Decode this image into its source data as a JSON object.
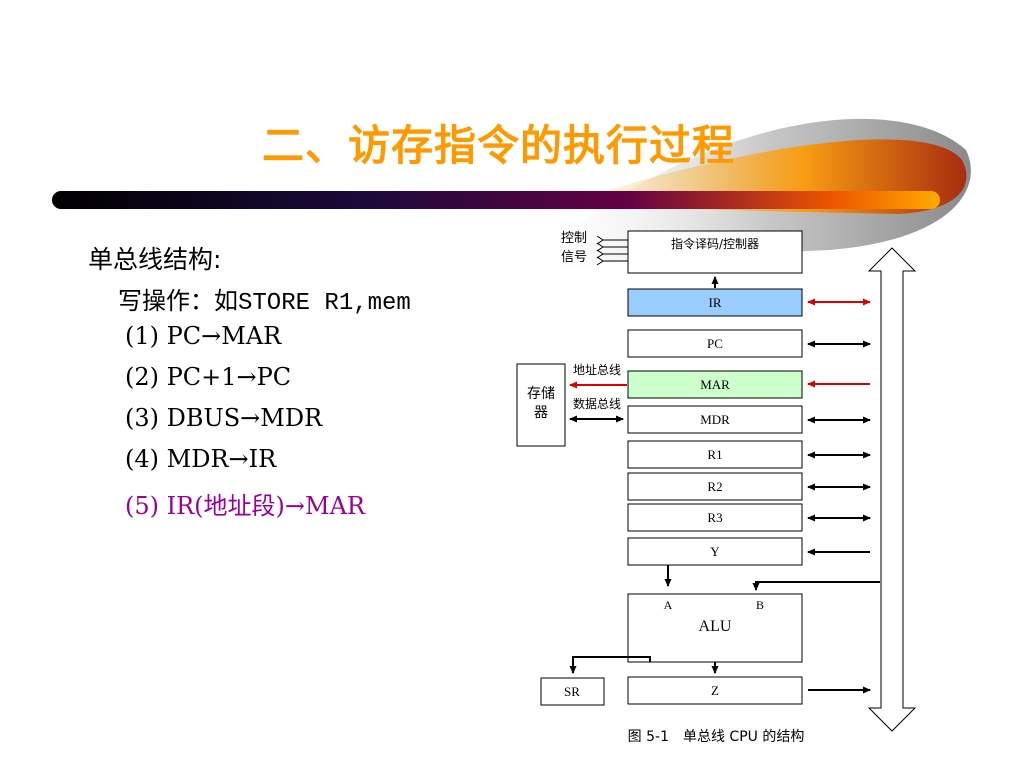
{
  "title": "二、访存指令的执行过程",
  "body": {
    "heading": "单总线结构:",
    "subheading_prefix": "写操作：如",
    "subheading_code": "STORE R1,mem",
    "steps": [
      "(1) PC→MAR",
      "(2) PC+1→PC",
      "(3) DBUS→MDR",
      "(4) MDR→IR",
      "(5) IR(地址段)→MAR"
    ],
    "highlight_color": "#990099"
  },
  "diagram": {
    "control_signal_label": [
      "控制",
      "信号"
    ],
    "decoder_label": "指令译码/控制器",
    "registers": [
      "IR",
      "PC",
      "MAR",
      "MDR",
      "R1",
      "R2",
      "R3",
      "Y"
    ],
    "memory_label": [
      "存储",
      "器"
    ],
    "address_bus_label": "地址总线",
    "data_bus_label": "数据总线",
    "alu_label": "ALU",
    "alu_input_a": "A",
    "alu_input_b": "B",
    "sr_label": "SR",
    "z_label": "Z",
    "caption": "图 5-1　单总线 CPU 的结构",
    "colors": {
      "ir_fill": "#99ccff",
      "mar_fill": "#ccffcc",
      "active_arrow": "#dd0000"
    }
  }
}
